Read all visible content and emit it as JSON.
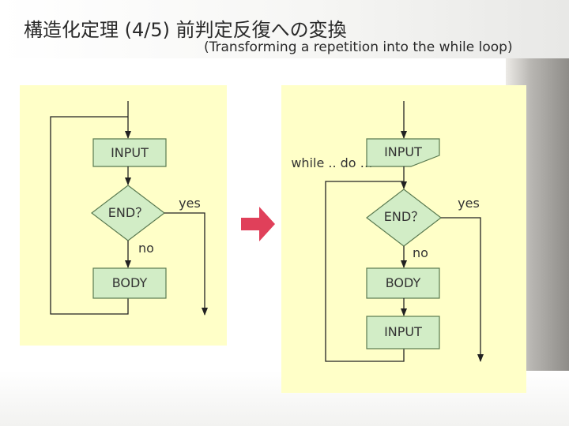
{
  "slide": {
    "title": "構造化定理 (4/5) 前判定反復への変換",
    "subtitle": "(Transforming a repetition into the while loop)"
  },
  "left_flow": {
    "input_label": "INPUT",
    "end_label": "END？",
    "yes_label": "yes",
    "no_label": "no",
    "body_label": "BODY"
  },
  "right_flow": {
    "while_label": "while .. do …",
    "input_label": "INPUT",
    "end_label": "END？",
    "yes_label": "yes",
    "no_label": "no",
    "body_label": "BODY",
    "input2_label": "INPUT"
  },
  "colors": {
    "panel_bg": "#ffffc8",
    "box_fill": "#d2edc6",
    "box_stroke": "#5a7a50",
    "arrow_red": "#e0405a",
    "line": "#222222"
  }
}
